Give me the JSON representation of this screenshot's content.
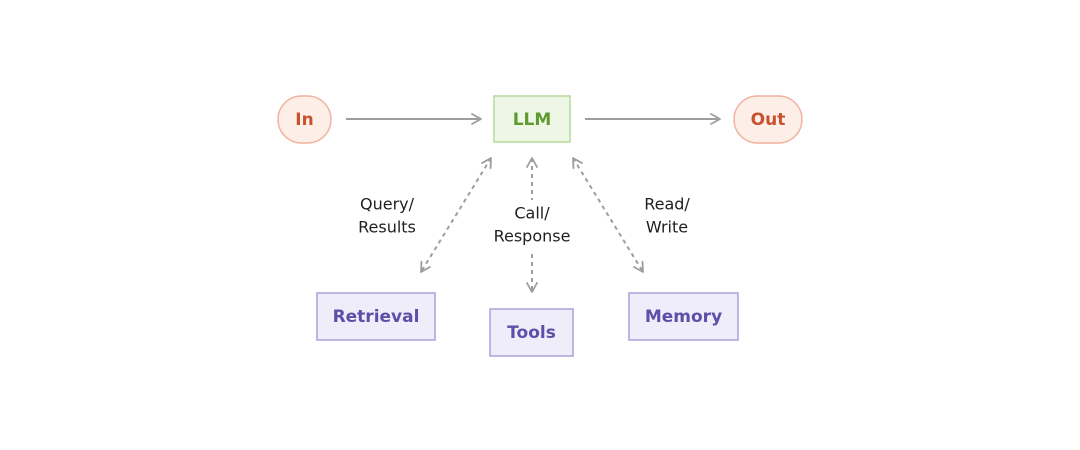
{
  "colors": {
    "io_fill": "#fdeee8",
    "io_stroke": "#f0b29e",
    "io_text": "#c8512e",
    "llm_fill": "#eef6e6",
    "llm_stroke": "#b6d89a",
    "llm_text": "#5e9a2f",
    "module_fill": "#efedf9",
    "module_stroke": "#a9a2da",
    "module_text": "#5b4fa8",
    "arrow": "#9e9e9a",
    "label": "#1f1f1f"
  },
  "nodes": {
    "input": "In",
    "output": "Out",
    "llm": "LLM",
    "retrieval": "Retrieval",
    "tools": "Tools",
    "memory": "Memory"
  },
  "edges": {
    "retrieval": {
      "line1": "Query/",
      "line2": "Results"
    },
    "tools": {
      "line1": "Call/",
      "line2": "Response"
    },
    "memory": {
      "line1": "Read/",
      "line2": "Write"
    }
  }
}
